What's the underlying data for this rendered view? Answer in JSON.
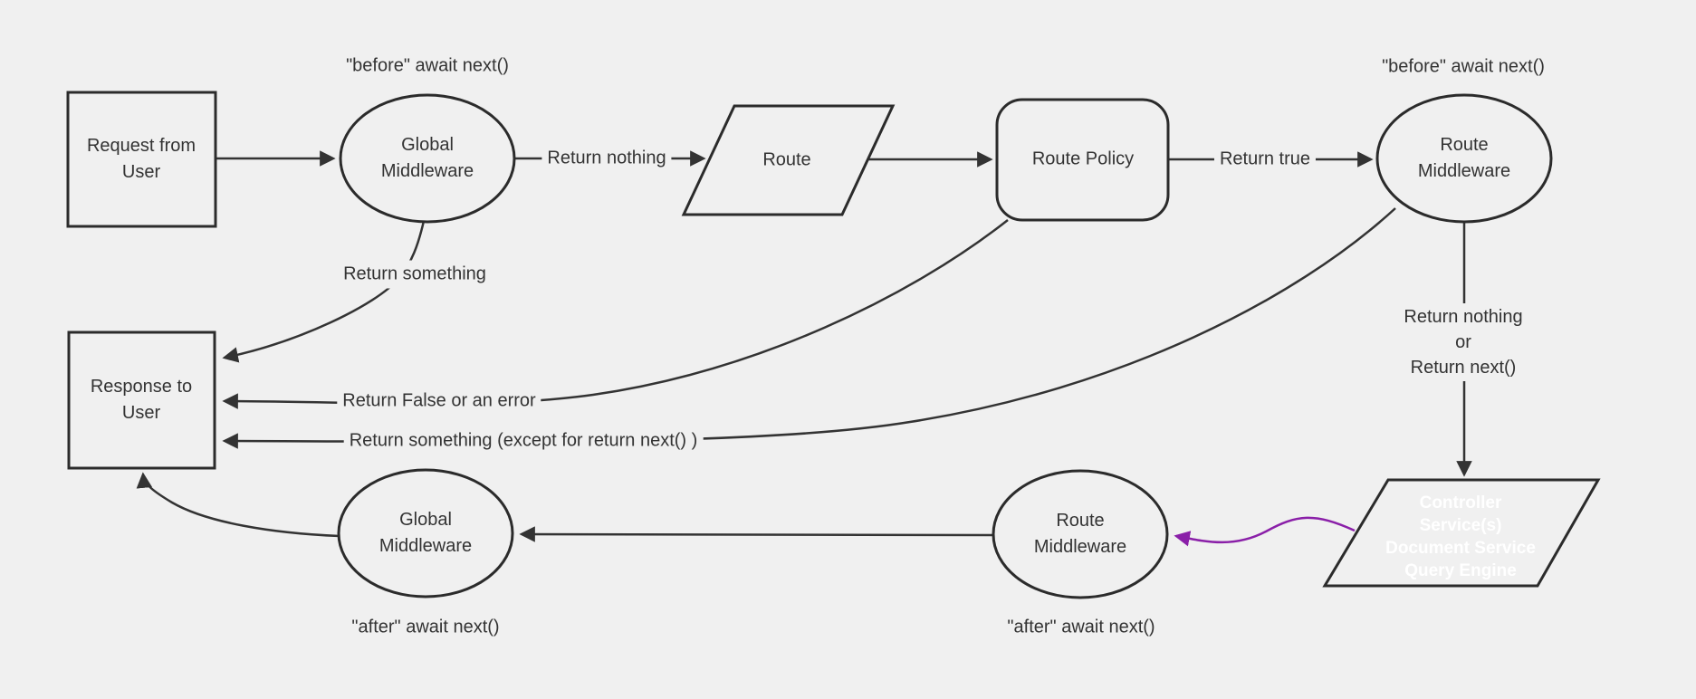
{
  "diagram": {
    "type": "flowchart",
    "colors": {
      "background": "#f0f0f0",
      "node_fill": "#f0f0f0",
      "node_border": "#2b2b2b",
      "edge": "#333333",
      "text": "#333333",
      "accent_purple": "#8a1fa8",
      "accent_text": "#ffffff"
    },
    "nodes": {
      "request": {
        "label": "Request from User",
        "shape": "rectangle"
      },
      "global_middleware_top": {
        "label": "Global Middleware",
        "shape": "ellipse"
      },
      "route": {
        "label": "Route",
        "shape": "parallelogram"
      },
      "route_policy": {
        "label": "Route Policy",
        "shape": "rounded-rectangle"
      },
      "route_middleware_top": {
        "label": "Route Middleware",
        "shape": "ellipse"
      },
      "controller": {
        "lines": [
          "Controller",
          "Service(s)",
          "Document Service",
          "Query Engine"
        ],
        "shape": "parallelogram"
      },
      "route_middleware_bottom": {
        "label": "Route Middleware",
        "shape": "ellipse"
      },
      "global_middleware_bottom": {
        "label": "Global Middleware",
        "shape": "ellipse"
      },
      "response": {
        "label": "Response to User",
        "shape": "rectangle"
      }
    },
    "captions": {
      "before_global": "\"before\" await next()",
      "before_route": "\"before\" await next()",
      "after_global": "\"after\" await next()",
      "after_route": "\"after\" await next()"
    },
    "edge_labels": {
      "return_nothing": "Return nothing",
      "return_true": "Return true",
      "return_something": "Return something",
      "return_false_or_error": "Return False or an error",
      "return_something_except": "Return something (except for return next() )",
      "return_nothing_or": [
        "Return nothing",
        "or",
        "Return next()"
      ]
    }
  }
}
